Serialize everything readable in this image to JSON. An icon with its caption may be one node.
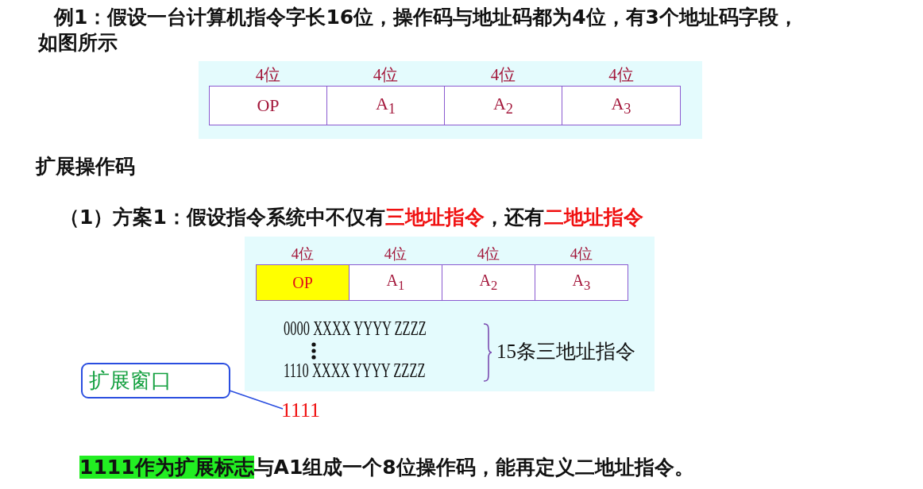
{
  "diagram": {
    "title": "例1：假设一台计算机指令字长16位，操作码与地址码都为4位，有3个地址码字段，如图所示",
    "nodes": [
      {
        "text": [],
        "shape": "box"
      },
      {
        "text": [
          "4位",
          "OP"
        ],
        "in": 0
      },
      {
        "text": [
          "4位",
          "A$_{1}$"
        ],
        "in": 0
      },
      {
        "text": [
          "4位",
          "A$_{2}$"
        ],
        "in": 0
      },
      {
        "text": [
          "4位",
          "A$_{3}$"
        ],
        "in": 0
      },
      {
        "text": [],
        "shape": "box"
      },
      {
        "text": [
          "4位",
          "OP"
        ],
        "in": 5
      },
      {
        "text": [
          "4位",
          "A$_{1}$"
        ],
        "in": 5
      },
      {
        "text": [
          "4位",
          "A$_{2}$"
        ],
        "in": 5
      },
      {
        "text": [
          "4位",
          "A$_{3}$"
        ],
        "in": 5
      },
      {
        "text": [
          "扩展窗口"
        ]
      },
      {
        "text": [
          "1111"
        ]
      }
    ],
    "edges": [
      {
        "from": 10,
        "to": 11,
        "arrow": "none"
      }
    ],
    "labels": [
      "扩展操作码",
      "（1）方案1：假设指令系统中不仅有",
      "三地址指令",
      "，还有",
      "二地址指令",
      "0000 XXXX YYYY ZZZZ",
      "1110 XXXX YYYY ZZZZ",
      "15条三地址指令",
      "1111作为扩展标志",
      "与A1组成一个8位操作码，能再定义二地址指令。"
    ]
  }
}
